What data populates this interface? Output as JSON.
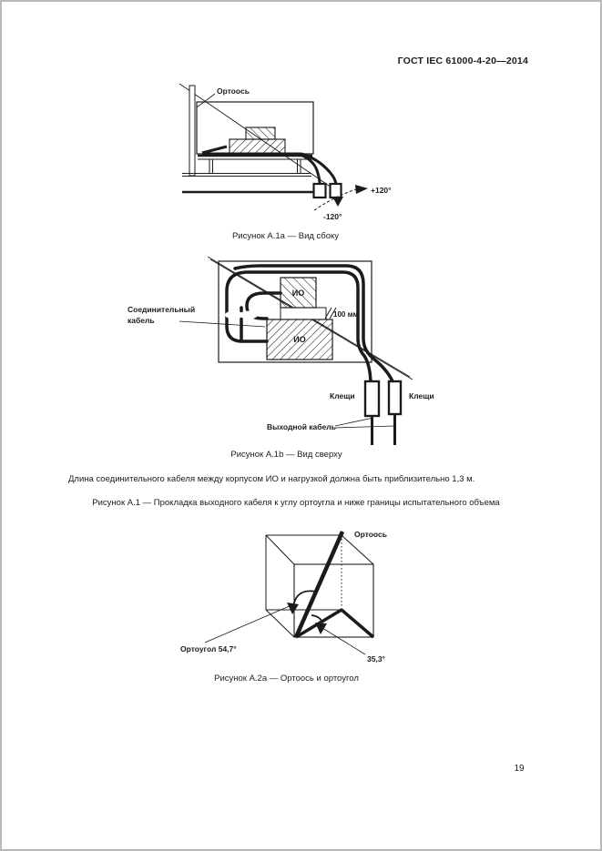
{
  "page": {
    "header": "ГОСТ IEC 61000-4-20—2014",
    "page_number": "19"
  },
  "note": "Длина соединительного кабеля между корпусом ИО и нагрузкой должна быть приблизительно 1,3 м.",
  "figures": {
    "a1a": {
      "caption": "Рисунок А.1а — Вид сбоку",
      "labels": {
        "orthoaxis": "Ортоось",
        "plus_120": "+120°",
        "minus_120": "-120°"
      }
    },
    "a1b": {
      "caption": "Рисунок А.1b — Вид сверху",
      "labels": {
        "connecting_cable_line1": "Соединительный",
        "connecting_cable_line2": "кабель",
        "eut_top": "ИО",
        "eut_bottom": "ИО",
        "dimension": "100 мм",
        "clamp_left": "Клещи",
        "clamp_right": "Клещи",
        "output_cable": "Выходной кабель"
      }
    },
    "a1": {
      "caption": "Рисунок А.1 — Прокладка выходного кабеля к углу ортоугла и ниже границы испытательного объема"
    },
    "a2a": {
      "caption": "Рисунок А.2а — Ортоось и ортоугол",
      "labels": {
        "orthoaxis": "Ортоось",
        "orthoangle": "Ортоугол 54,7°",
        "angle_35": "35,3°"
      }
    }
  }
}
